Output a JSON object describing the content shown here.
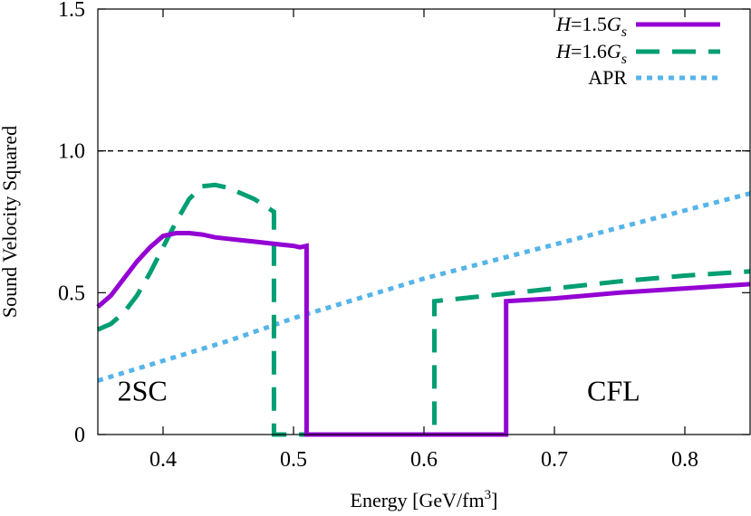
{
  "chart_data": {
    "type": "line",
    "xlabel_main": "Energy [GeV/fm",
    "xlabel_sup": "3",
    "xlabel_end": "]",
    "ylabel": "Sound Velocity Squared",
    "xlim": [
      0.35,
      0.85
    ],
    "ylim": [
      0,
      1.5
    ],
    "xticks": [
      {
        "v": 0.4,
        "label": "0.4"
      },
      {
        "v": 0.5,
        "label": "0.5"
      },
      {
        "v": 0.6,
        "label": "0.6"
      },
      {
        "v": 0.7,
        "label": "0.7"
      },
      {
        "v": 0.8,
        "label": "0.8"
      }
    ],
    "yticks": [
      {
        "v": 0,
        "label": "0"
      },
      {
        "v": 0.5,
        "label": "0.5"
      },
      {
        "v": 1.0,
        "label": "1.0"
      },
      {
        "v": 1.5,
        "label": "1.5"
      }
    ],
    "reference_line": {
      "y": 1.0,
      "color": "#000000",
      "style": "dashed"
    },
    "annotations": [
      {
        "text": "2SC",
        "x": 0.365,
        "y": 0.12
      },
      {
        "text": "CFL",
        "x": 0.725,
        "y": 0.12
      }
    ],
    "legend_position": "top-right",
    "series": [
      {
        "name_pre": "H",
        "name_mid": "=1.5",
        "name_g": "G",
        "name_sub": "s",
        "color": "#9400d3",
        "style": "solid",
        "x": [
          0.35,
          0.36,
          0.37,
          0.38,
          0.39,
          0.4,
          0.41,
          0.42,
          0.43,
          0.44,
          0.45,
          0.46,
          0.47,
          0.48,
          0.49,
          0.5,
          0.505,
          0.51,
          0.51,
          0.53,
          0.55,
          0.58,
          0.61,
          0.64,
          0.663,
          0.663,
          0.7,
          0.75,
          0.8,
          0.85
        ],
        "y": [
          0.45,
          0.49,
          0.55,
          0.61,
          0.66,
          0.7,
          0.71,
          0.71,
          0.705,
          0.695,
          0.69,
          0.685,
          0.68,
          0.675,
          0.67,
          0.665,
          0.66,
          0.665,
          0.0,
          0.0,
          0.0,
          0.0,
          0.0,
          0.0,
          0.0,
          0.47,
          0.48,
          0.5,
          0.515,
          0.53
        ]
      },
      {
        "name_pre": "H",
        "name_mid": "=1.6",
        "name_g": "G",
        "name_sub": "s",
        "color": "#009e73",
        "style": "dashed",
        "x": [
          0.35,
          0.36,
          0.37,
          0.38,
          0.39,
          0.4,
          0.41,
          0.42,
          0.43,
          0.44,
          0.45,
          0.46,
          0.47,
          0.48,
          0.485,
          0.485,
          0.52,
          0.56,
          0.608,
          0.608,
          0.65,
          0.7,
          0.75,
          0.8,
          0.85
        ],
        "y": [
          0.37,
          0.39,
          0.43,
          0.49,
          0.57,
          0.66,
          0.75,
          0.83,
          0.875,
          0.88,
          0.87,
          0.85,
          0.83,
          0.8,
          0.785,
          0.0,
          0.0,
          0.0,
          0.0,
          0.47,
          0.49,
          0.515,
          0.54,
          0.56,
          0.575
        ]
      },
      {
        "name": "APR",
        "color": "#56b4e9",
        "style": "dotted",
        "x": [
          0.35,
          0.4,
          0.45,
          0.5,
          0.55,
          0.6,
          0.65,
          0.7,
          0.75,
          0.8,
          0.85
        ],
        "y": [
          0.19,
          0.26,
          0.33,
          0.41,
          0.48,
          0.55,
          0.61,
          0.67,
          0.73,
          0.79,
          0.85
        ]
      }
    ]
  }
}
